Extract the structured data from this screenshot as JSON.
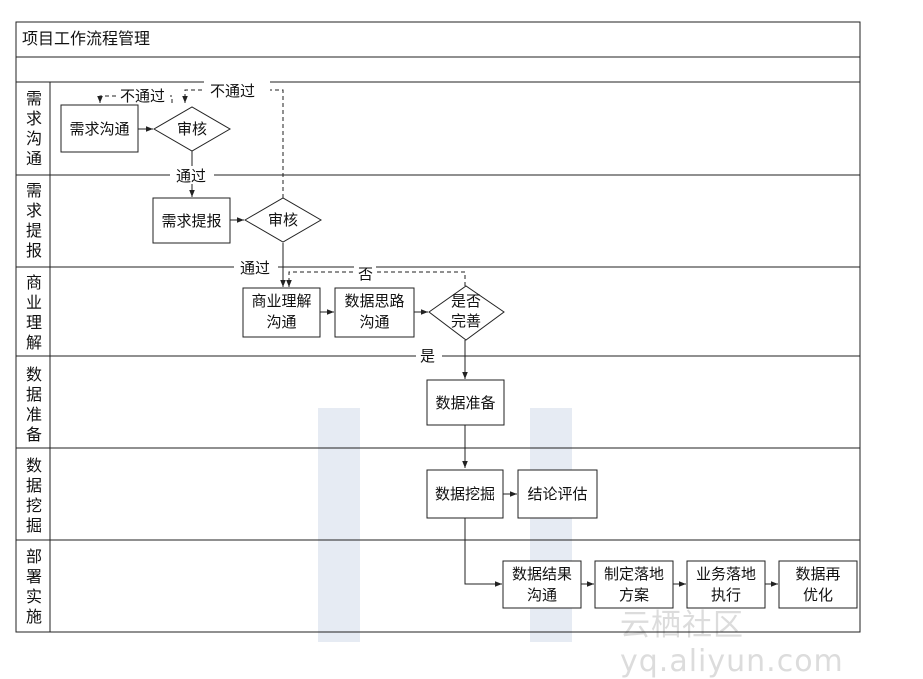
{
  "title": "项目工作流程管理",
  "lanes": [
    {
      "label": "需求沟通"
    },
    {
      "label": "需求提报"
    },
    {
      "label": "商业理解"
    },
    {
      "label": "数据准备"
    },
    {
      "label": "数据挖掘"
    },
    {
      "label": "部署实施"
    }
  ],
  "nodes": {
    "req_comm": "需求沟通",
    "review1": "审核",
    "req_submit": "需求提报",
    "review2": "审核",
    "biz_l1": "商业理解",
    "biz_l2": "沟通",
    "idea_l1": "数据思路",
    "idea_l2": "沟通",
    "complete_l1": "是否",
    "complete_l2": "完善",
    "data_prep": "数据准备",
    "data_mining": "数据挖掘",
    "conclusion": "结论评估",
    "result_l1": "数据结果",
    "result_l2": "沟通",
    "plan_l1": "制定落地",
    "plan_l2": "方案",
    "exec_l1": "业务落地",
    "exec_l2": "执行",
    "opt_l1": "数据再",
    "opt_l2": "优化"
  },
  "edge_labels": {
    "fail1": "不通过",
    "fail2": "不通过",
    "pass1": "通过",
    "pass2": "通过",
    "no": "否",
    "yes": "是"
  },
  "watermark": "云栖社区 yq.aliyun.com"
}
